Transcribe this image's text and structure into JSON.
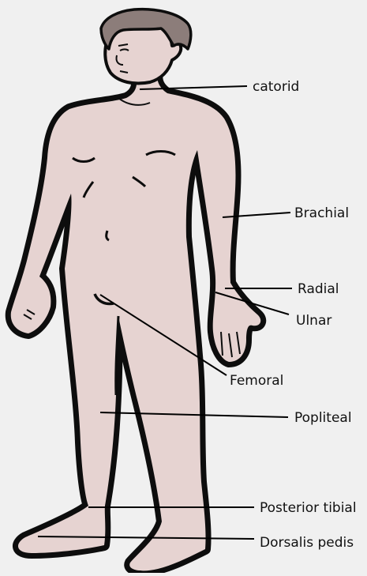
{
  "colors": {
    "background": "#f0f0f0",
    "skin": "#e6d3d1",
    "outline": "#0d0d0d",
    "hair": "#8c7d7a",
    "line": "#000000",
    "text": "#111111"
  },
  "labels": {
    "carotid": "catorid",
    "brachial": "Brachial",
    "radial": "Radial",
    "ulnar": "Ulnar",
    "femoral": "Femoral",
    "popliteal": "Popliteal",
    "posterior_tibial": "Posterior tibial",
    "dorsalis_pedis": "Dorsalis pedis"
  }
}
